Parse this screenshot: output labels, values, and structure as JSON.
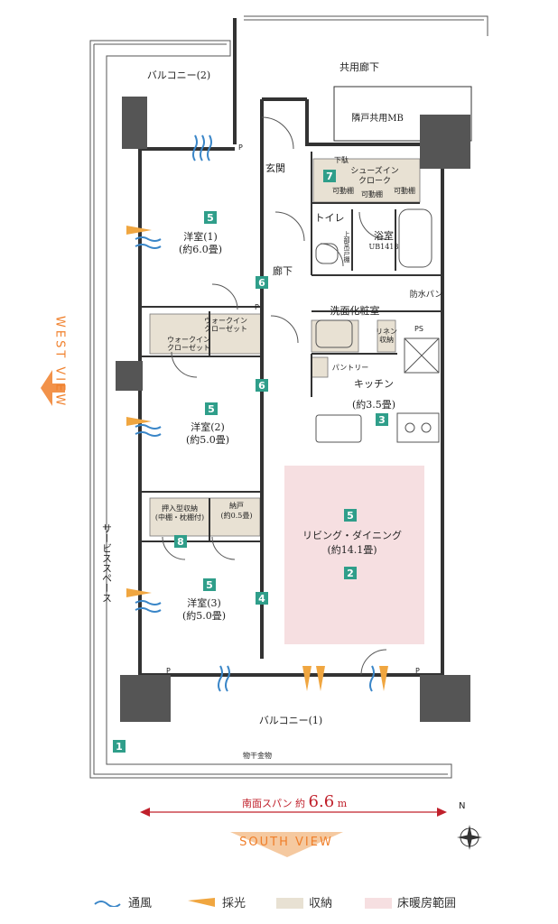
{
  "rooms": {
    "balcony2": "バルコニー(2)",
    "common_corridor": "共用廊下",
    "adjacent_mb": "隣戸共用MB",
    "entrance": "玄関",
    "shoe_closet": "シューズイン\nクローク",
    "lower_bin": "下駄",
    "movable_shelf": "可動棚",
    "toilet": "トイレ",
    "upper_shelf": "上部吊戸棚",
    "bath": "浴室",
    "bath_size": "UB1418",
    "waterproof_pan": "防水パン",
    "corridor": "廊下",
    "western1": "洋室(1)",
    "western1_size": "(約6.0畳)",
    "walkin1": "ウォークイン\nクローゼット",
    "walkin2": "ウォークイン\nクローゼット",
    "washroom": "洗面化粧室",
    "linen": "リネン\n収納",
    "ps": "PS",
    "pantry": "パントリー",
    "kitchen": "キッチン",
    "kitchen_size": "(約3.5畳)",
    "western2": "洋室(2)",
    "western2_size": "(約5.0畳)",
    "closet": "押入型収納\n(中棚・枕棚付)",
    "storage": "納戸\n(約0.5畳)",
    "living": "リビング・ダイニング",
    "living_size": "(約14.1畳)",
    "western3": "洋室(3)",
    "western3_size": "(約5.0畳)",
    "balcony1": "バルコニー(1)",
    "drying": "物干金物",
    "service_space": "サービススペース"
  },
  "badges": [
    "1",
    "2",
    "3",
    "4",
    "5",
    "6",
    "7",
    "8"
  ],
  "labels": {
    "p": "P",
    "west_view": "WEST VIEW",
    "south_view": "SOUTH VIEW",
    "span_text": "南面スパン 約",
    "span_value": "6.6",
    "span_unit": "m",
    "north": "N"
  },
  "legend": {
    "ventilation": "通風",
    "daylight": "採光",
    "storage": "収納",
    "floor_heating": "床暖房範囲"
  },
  "colors": {
    "badge": "#2f9e8a",
    "wall": "#333333",
    "storage": "#e8e1d3",
    "floor_heating": "#f6dfe1",
    "wind": "#3a86c8",
    "light": "#f0a640",
    "view": "#f07f2a",
    "span": "#c0202b"
  }
}
